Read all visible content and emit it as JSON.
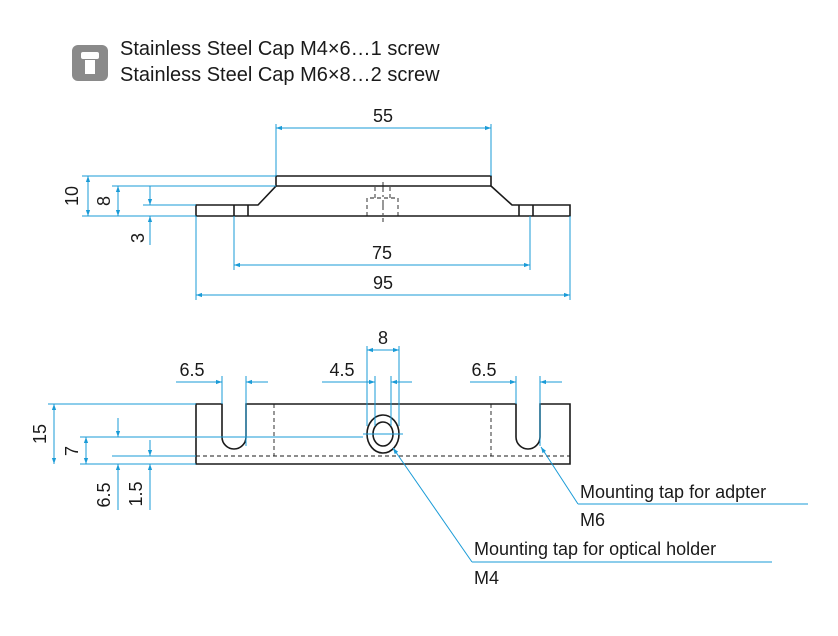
{
  "header": {
    "icon": "screw-icon",
    "line1": "Stainless Steel Cap M4×6…1 screw",
    "line2": "Stainless Steel Cap M6×8…2 screw"
  },
  "top_view": {
    "dim_top_width": "55",
    "dim_height_total": "10",
    "dim_height_upper": "8",
    "dim_flange": "3",
    "dim_slot_span": "75",
    "dim_total_width": "95"
  },
  "side_view": {
    "dim_center_hole": "8",
    "dim_left_slot": "6.5",
    "dim_center_offset": "4.5",
    "dim_right_slot": "6.5",
    "dim_height_total": "15",
    "dim_height_mid": "7",
    "dim_bottom_left": "6.5",
    "dim_bottom_small": "1.5"
  },
  "callouts": {
    "adapter_label": "Mounting tap for adpter",
    "adapter_thread": "M6",
    "holder_label": "Mounting tap for optical holder",
    "holder_thread": "M4"
  },
  "colors": {
    "dimension": "#1a9bd7",
    "outline": "#1a1a1a",
    "icon": "#8a8a8a"
  }
}
